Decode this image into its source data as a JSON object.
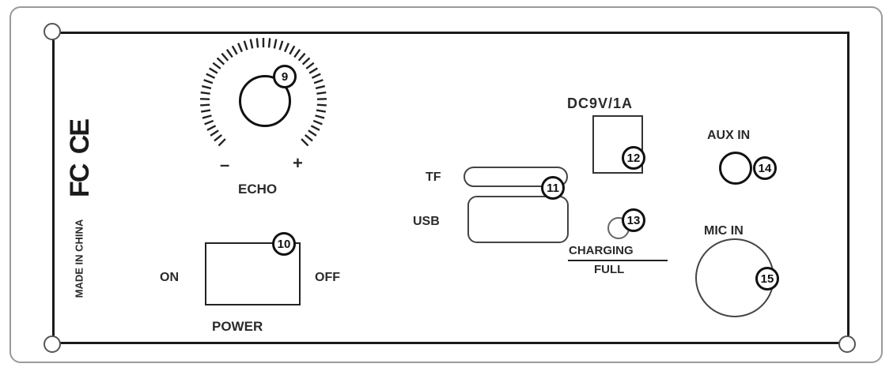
{
  "logos": {
    "fcc": "FC",
    "ce": "CE"
  },
  "labels": {
    "made_in": "MADE IN CHINA",
    "echo": "ECHO",
    "minus": "–",
    "plus": "+",
    "on": "ON",
    "off": "OFF",
    "power": "POWER",
    "tf": "TF",
    "usb": "USB",
    "dc": "DC9V/1A",
    "charging": "CHARGING",
    "full": "FULL",
    "aux": "AUX IN",
    "mic": "MIC IN"
  },
  "callouts": {
    "c9": "9",
    "c10": "10",
    "c11": "11",
    "c12": "12",
    "c13": "13",
    "c14": "14",
    "c15": "15"
  }
}
